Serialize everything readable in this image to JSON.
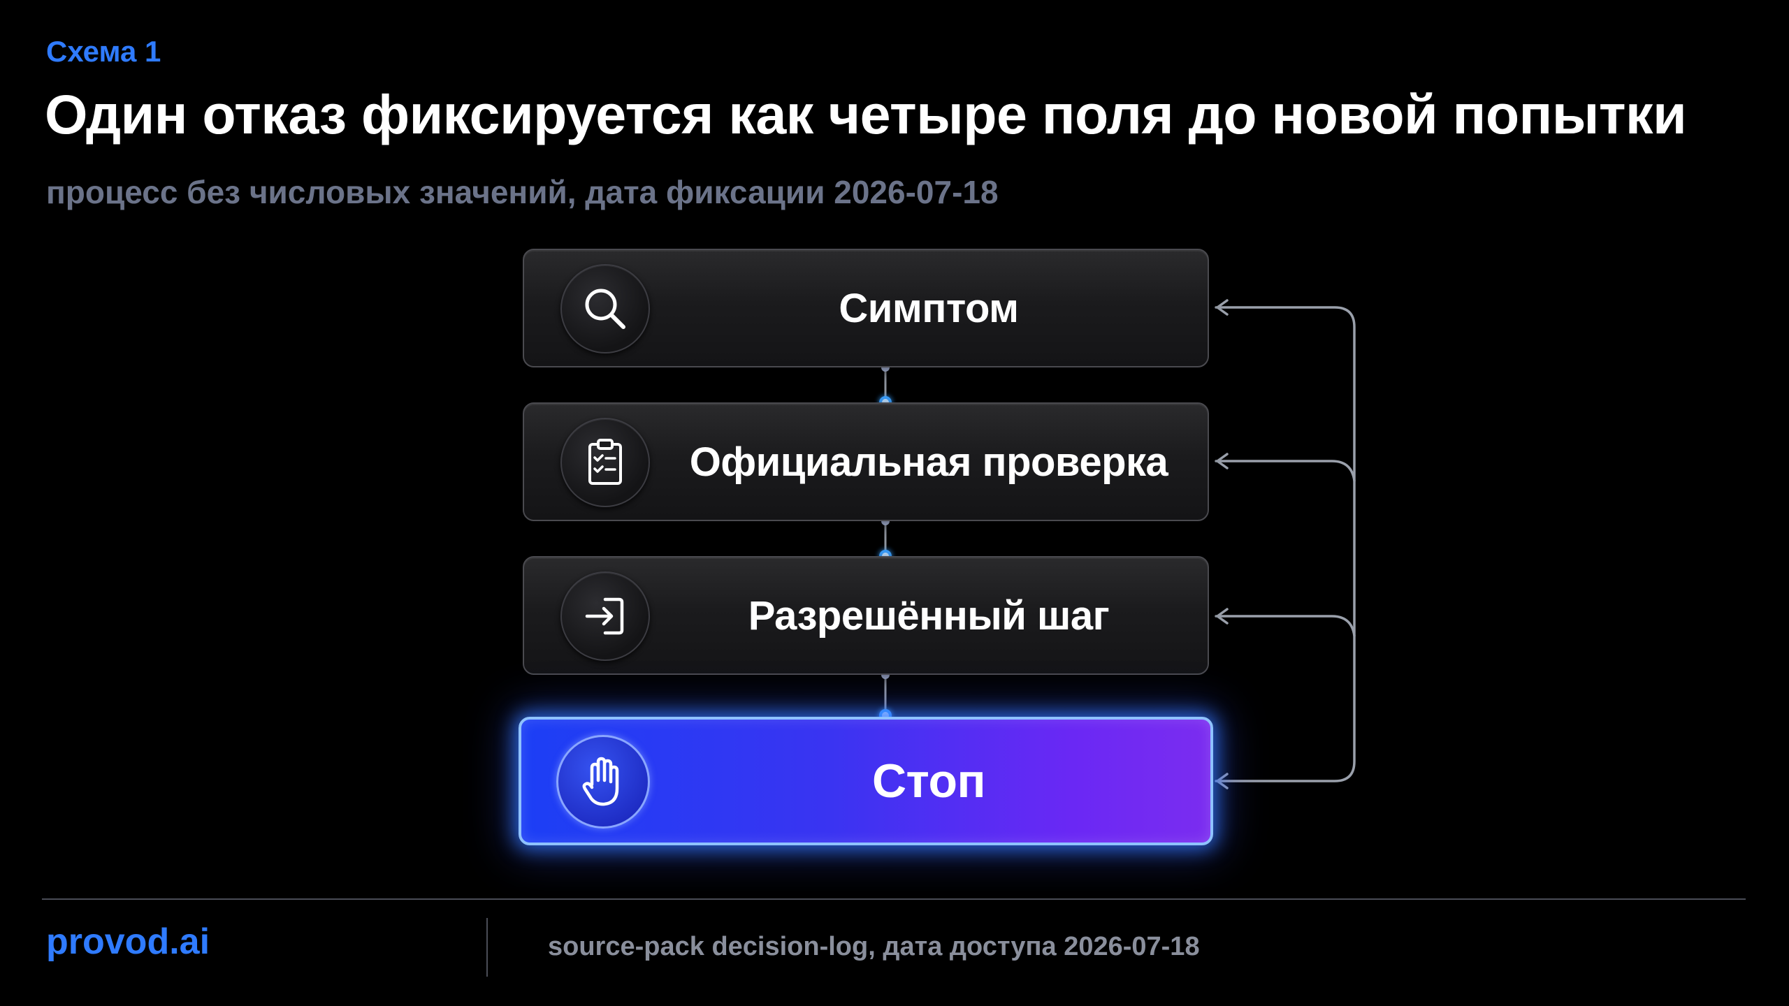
{
  "header": {
    "label": "Схема 1",
    "title": "Один отказ фиксируется как четыре поля до новой попытки",
    "subtitle": "процесс без числовых значений, дата фиксации 2026-07-18"
  },
  "steps": [
    {
      "label": "Симптом",
      "icon": "search-icon"
    },
    {
      "label": "Официальная проверка",
      "icon": "clipboard-checklist-icon"
    },
    {
      "label": "Разрешённый шаг",
      "icon": "enter-arrow-icon"
    },
    {
      "label": "Стоп",
      "icon": "hand-stop-icon"
    }
  ],
  "footer": {
    "brand": "provod.ai",
    "source": "source-pack decision-log, дата доступа 2026-07-18"
  },
  "colors": {
    "accent": "#2f7bff",
    "background": "#000000",
    "stop_gradient_start": "#1c3ff5",
    "stop_gradient_end": "#7b2df0",
    "connector_glow": "#3aa0ff"
  }
}
